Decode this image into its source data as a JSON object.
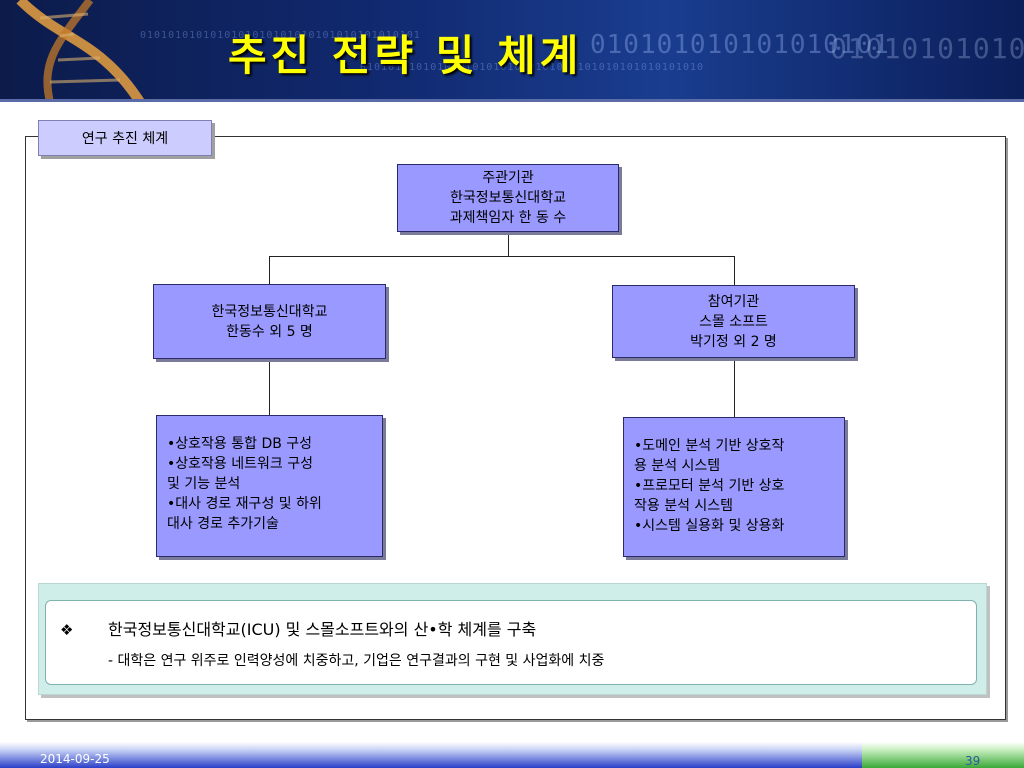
{
  "slide": {
    "title": "추진 전략 및 체계",
    "section_tab": "연구 추진 체계"
  },
  "org": {
    "main": {
      "lines": [
        "주관기관",
        "한국정보통신대학교",
        "과제책임자  한  동  수"
      ]
    },
    "icu": {
      "lines": [
        "한국정보통신대학교",
        "한동수  외  5  명"
      ]
    },
    "partner": {
      "lines": [
        "참여기관",
        "스몰  소프트",
        "박기정  외  2  명"
      ]
    },
    "icu_tasks": {
      "items": [
        "•상호작용 통합 DB 구성",
        "•상호작용 네트워크 구성",
        "및 기능 분석",
        "•대사 경로 재구성 및 하위",
        "대사 경로 추가기술"
      ]
    },
    "partner_tasks": {
      "items": [
        "•도메인 분석 기반 상호작",
        "용 분석 시스템",
        "•프로모터 분석 기반 상호",
        "작용 분석 시스템",
        "•시스템 실용화 및 상용화"
      ]
    }
  },
  "summary": {
    "bullet": "❖",
    "main": "한국정보통신대학교(ICU) 및 스몰소프트와의 산•학 체계를 구축",
    "sub": "- 대학은 연구 위주로 인력양성에 치중하고, 기업은 연구결과의 구현 및 사업화에 치중"
  },
  "footer": {
    "date": "2014-09-25",
    "page": "39"
  },
  "colors": {
    "box_fill": "#9999ff",
    "tab_fill": "#ccccff",
    "title_color": "#ffff00",
    "summary_fill": "#cfeee9"
  }
}
